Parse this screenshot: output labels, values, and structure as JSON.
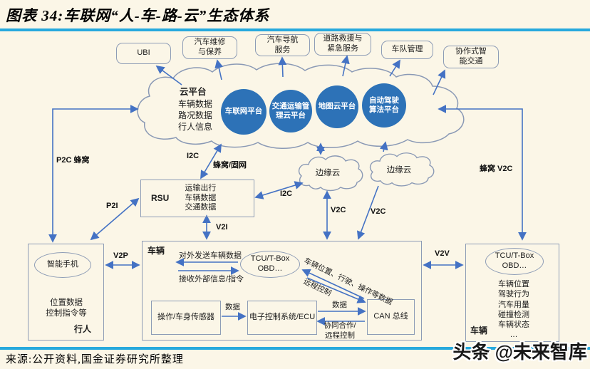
{
  "header": {
    "title": "图表 34:车联网“人-车-路-云”生态体系"
  },
  "footer": {
    "source": "来源:公开资料,国金证券研究所整理",
    "watermark": "头条 @未来智库"
  },
  "colors": {
    "rule_blue": "#27a9dd",
    "arrow_blue": "#4472c4",
    "platform_blue": "#2d72b7",
    "box_border": "#8d9cb6",
    "background": "#fbf6e7"
  },
  "top_services": [
    {
      "label": "UBI"
    },
    {
      "label": "汽车维修\n与保养"
    },
    {
      "label": "汽车导航\n服务"
    },
    {
      "label": "道路救援与\n紧急服务"
    },
    {
      "label": "车队管理"
    },
    {
      "label": "协作式智\n能交通"
    }
  ],
  "cloud": {
    "label": "云平台",
    "data": "车辆数据\n路况数据\n行人信息",
    "platforms": [
      {
        "label": "车联网平台"
      },
      {
        "label": "交通运输管\n理云平台"
      },
      {
        "label": "地图云平台"
      },
      {
        "label": "自动驾驶\n算法平台"
      }
    ]
  },
  "edge_clouds": [
    {
      "label": "边缘云"
    },
    {
      "label": "边缘云"
    }
  ],
  "rsu": {
    "label": "RSU",
    "data": "运输出行\n车辆数据\n交通数据"
  },
  "pedestrian": {
    "device": "智能手机",
    "data": "位置数据\n控制指令等",
    "label": "行人"
  },
  "vehicle": {
    "label": "车辆",
    "send": "对外发送车辆数据",
    "receive": "接收外部信息/指令",
    "tcu": "TCU/T-Box\nOBD…",
    "diag_up": "车辆位置、行驶、操作等数据",
    "diag_down": "远程控制",
    "sensor": "操作/车身传感器",
    "ecu": "电子控制系统/ECU",
    "can": "CAN 总线",
    "data_label1": "数据",
    "data_label2": "数据",
    "coop": "协同合作/\n远程控制"
  },
  "vehicle2": {
    "label": "车辆",
    "tcu": "TCU/T-Box\nOBD…",
    "data": "车辆位置\n驾驶行为\n汽车用量\n碰撞检测\n车辆状态\n…"
  },
  "links": {
    "p2c": "P2C 蜂窝",
    "i2c_left": "I2C",
    "cellular_fixed": "蜂窝/固网",
    "p2i": "P2I",
    "v2i": "V2I",
    "i2c_right": "I2C",
    "v2c_left": "V2C",
    "v2c_right": "V2C",
    "cellular_v2c": "蜂窝 V2C",
    "v2p": "V2P",
    "v2v": "V2V"
  }
}
